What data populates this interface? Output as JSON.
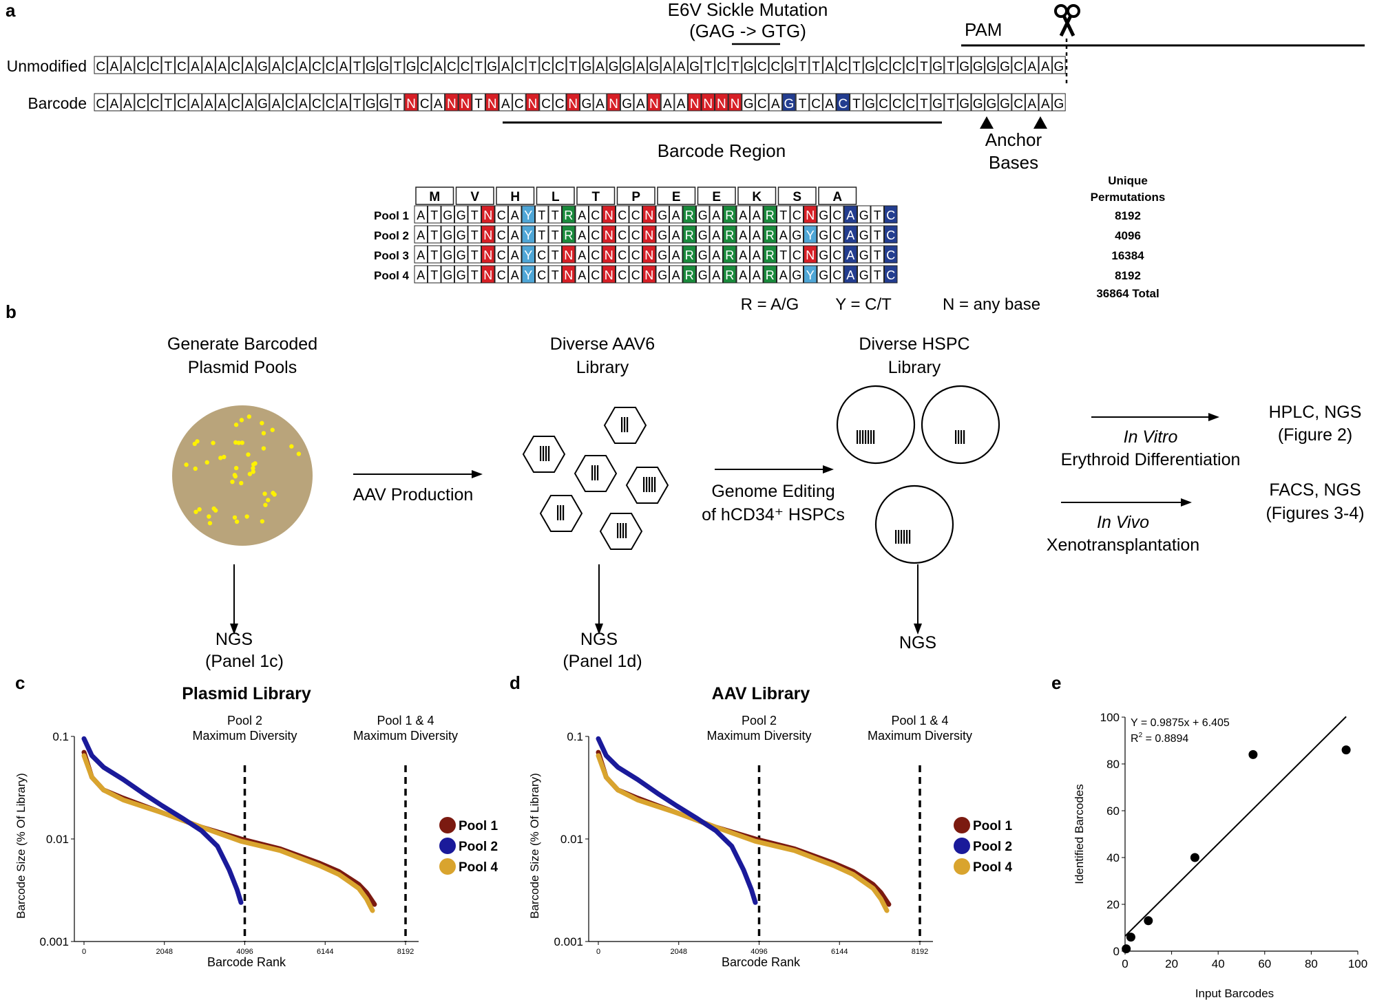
{
  "panel_labels": {
    "a": "a",
    "b": "b",
    "c": "c",
    "d": "d",
    "e": "e"
  },
  "panel_a": {
    "mutation_line1": "E6V Sickle Mutation",
    "mutation_line2": "(GAG -> GTG)",
    "pam_label": "PAM",
    "row_labels": {
      "unmodified": "Unmodified",
      "barcode": "Barcode"
    },
    "unmodified_seq": "CAACCTCAAACAGACACCATGGTGCACCTGACTCCTGAGGAGAAGTCTGCCGTTACTGCCCTGTGGGGCAAG",
    "barcode_seq": "CAACCTCAAACAGACACCATGGTNCANNTNACNCCNGANGANAANNNNGCAGTCACTGCCCTGTGGGGCAAG",
    "barcode_region_label": "Barcode Region",
    "anchor_label_line1": "Anchor",
    "anchor_label_line2": "Bases",
    "amino_acids": [
      "M",
      "V",
      "H",
      "L",
      "T",
      "P",
      "E",
      "E",
      "K",
      "S",
      "A"
    ],
    "unique_permutations_line1": "Unique",
    "unique_permutations_line2": "Permutations",
    "pools": [
      {
        "name": "Pool 1",
        "seq": "ATGGTNCAYTTRACNCCNGARGARAARTCNGCAGTC",
        "count": "8192"
      },
      {
        "name": "Pool 2",
        "seq": "ATGGTNCAYTTRACNCCNGARGARAARAGYGCAGTC",
        "count": "4096"
      },
      {
        "name": "Pool 3",
        "seq": "ATGGTNCAYCTNACNCCNGARGARAARTCNGCAGTC",
        "count": "16384"
      },
      {
        "name": "Pool 4",
        "seq": "ATGGTNCAYCTNACNCCNGARGARAARAGYGCAGTC",
        "count": "8192"
      }
    ],
    "total": "36864 Total",
    "legend_r": "R = A/G",
    "legend_y": "Y = C/T",
    "legend_n": "N = any base",
    "colors": {
      "N": "#d71f26",
      "R": "#1a8a3c",
      "Y": "#4fa6d6",
      "anchor": "#233d8f"
    }
  },
  "panel_b": {
    "step1_line1": "Generate Barcoded",
    "step1_line2": "Plasmid Pools",
    "step2_line1": "Diverse AAV6",
    "step2_line2": "Library",
    "step3_line1": "Diverse HSPC",
    "step3_line2": "Library",
    "arrow1_label": "AAV Production",
    "arrow2_line1": "Genome Editing",
    "arrow2_line2": "of hCD34⁺ HSPCs",
    "invitro_line1": "In Vitro",
    "invitro_line2": "Erythroid Differentiation",
    "invivo_line1": "In Vivo",
    "invivo_line2": "Xenotransplantation",
    "out1_line1": "HPLC, NGS",
    "out1_line2": "(Figure 2)",
    "out2_line1": "FACS, NGS",
    "out2_line2": "(Figures 3-4)",
    "ngs1_line1": "NGS",
    "ngs1_line2": "(Panel 1c)",
    "ngs2_line1": "NGS",
    "ngs2_line2": "(Panel 1d)",
    "ngs3": "NGS",
    "colors": {
      "plate": "#b9a47b",
      "colony": "#fff200"
    }
  },
  "chart_data": [
    {
      "type": "line",
      "title": "Plasmid Library",
      "xlabel": "Barcode Rank",
      "ylabel": "Barcode Size (% Of Library)",
      "xticks": [
        "0",
        "2048",
        "4096",
        "6144",
        "8192"
      ],
      "yticks": [
        "0.1",
        "0.01",
        "0.001"
      ],
      "xlim": [
        0,
        8192
      ],
      "ylim": [
        0.001,
        0.1
      ],
      "y_scale": "log",
      "vlines": [
        {
          "x": 4096,
          "label_line1": "Pool 2",
          "label_line2": "Maximum Diversity"
        },
        {
          "x": 8192,
          "label_line1": "Pool 1 & 4",
          "label_line2": "Maximum Diversity"
        }
      ],
      "legend_position": "right",
      "series": [
        {
          "name": "Pool 1",
          "color": "#7b1a10",
          "x": [
            0,
            200,
            500,
            1000,
            2000,
            3000,
            4000,
            5000,
            6000,
            6500,
            7000,
            7200,
            7400
          ],
          "y": [
            0.07,
            0.04,
            0.03,
            0.025,
            0.018,
            0.013,
            0.01,
            0.008,
            0.0058,
            0.0048,
            0.0036,
            0.003,
            0.0023
          ]
        },
        {
          "name": "Pool 2",
          "color": "#1a1a9a",
          "x": [
            0,
            200,
            500,
            1000,
            1500,
            2000,
            2500,
            3000,
            3400,
            3700,
            3900,
            4000
          ],
          "y": [
            0.095,
            0.065,
            0.05,
            0.038,
            0.028,
            0.021,
            0.016,
            0.012,
            0.0085,
            0.005,
            0.0032,
            0.0024
          ]
        },
        {
          "name": "Pool 4",
          "color": "#d9a42e",
          "x": [
            0,
            200,
            500,
            1000,
            2000,
            3000,
            4000,
            5000,
            6000,
            6500,
            7000,
            7200,
            7350
          ],
          "y": [
            0.065,
            0.04,
            0.03,
            0.024,
            0.018,
            0.013,
            0.0095,
            0.0077,
            0.0055,
            0.0045,
            0.0033,
            0.0026,
            0.002
          ]
        }
      ]
    },
    {
      "type": "line",
      "title": "AAV Library",
      "xlabel": "Barcode Rank",
      "ylabel": "Barcode Size (% Of Library)",
      "xticks": [
        "0",
        "2048",
        "4096",
        "6144",
        "8192"
      ],
      "yticks": [
        "0.1",
        "0.01",
        "0.001"
      ],
      "xlim": [
        0,
        8192
      ],
      "ylim": [
        0.001,
        0.1
      ],
      "y_scale": "log",
      "vlines": [
        {
          "x": 4096,
          "label_line1": "Pool 2",
          "label_line2": "Maximum Diversity"
        },
        {
          "x": 8192,
          "label_line1": "Pool 1 & 4",
          "label_line2": "Maximum Diversity"
        }
      ],
      "legend_position": "right",
      "series": [
        {
          "name": "Pool 1",
          "color": "#7b1a10",
          "x": [
            0,
            200,
            500,
            1000,
            2000,
            3000,
            4000,
            5000,
            6000,
            6500,
            7000,
            7200,
            7400
          ],
          "y": [
            0.07,
            0.04,
            0.03,
            0.025,
            0.018,
            0.013,
            0.01,
            0.008,
            0.0058,
            0.0048,
            0.0036,
            0.003,
            0.0023
          ]
        },
        {
          "name": "Pool 2",
          "color": "#1a1a9a",
          "x": [
            0,
            200,
            500,
            1000,
            1500,
            2000,
            2500,
            3000,
            3400,
            3700,
            3900,
            4000
          ],
          "y": [
            0.095,
            0.065,
            0.05,
            0.038,
            0.028,
            0.021,
            0.016,
            0.012,
            0.0085,
            0.005,
            0.0032,
            0.0024
          ]
        },
        {
          "name": "Pool 4",
          "color": "#d9a42e",
          "x": [
            0,
            200,
            500,
            1000,
            2000,
            3000,
            4000,
            5000,
            6000,
            6500,
            7000,
            7200,
            7350
          ],
          "y": [
            0.065,
            0.04,
            0.03,
            0.024,
            0.018,
            0.013,
            0.0095,
            0.0077,
            0.0055,
            0.0045,
            0.0033,
            0.0026,
            0.002
          ]
        }
      ]
    },
    {
      "type": "scatter",
      "xlabel": "Input Barcodes",
      "ylabel": "Identified Barcodes",
      "xticks": [
        "0",
        "20",
        "40",
        "60",
        "80",
        "100"
      ],
      "yticks": [
        "0",
        "20",
        "40",
        "60",
        "80",
        "100"
      ],
      "xlim": [
        0,
        100
      ],
      "ylim": [
        0,
        100
      ],
      "equation": "Y = 0.9875x + 6.405",
      "r2_prefix": "R",
      "r2_sup": "2",
      "r2_value": " = 0.8894",
      "fit": {
        "slope": 0.9875,
        "intercept": 6.405
      },
      "points": [
        {
          "x": 0.5,
          "y": 1
        },
        {
          "x": 2.5,
          "y": 6
        },
        {
          "x": 10,
          "y": 13
        },
        {
          "x": 30,
          "y": 40
        },
        {
          "x": 55,
          "y": 84
        },
        {
          "x": 95,
          "y": 86
        }
      ]
    }
  ]
}
